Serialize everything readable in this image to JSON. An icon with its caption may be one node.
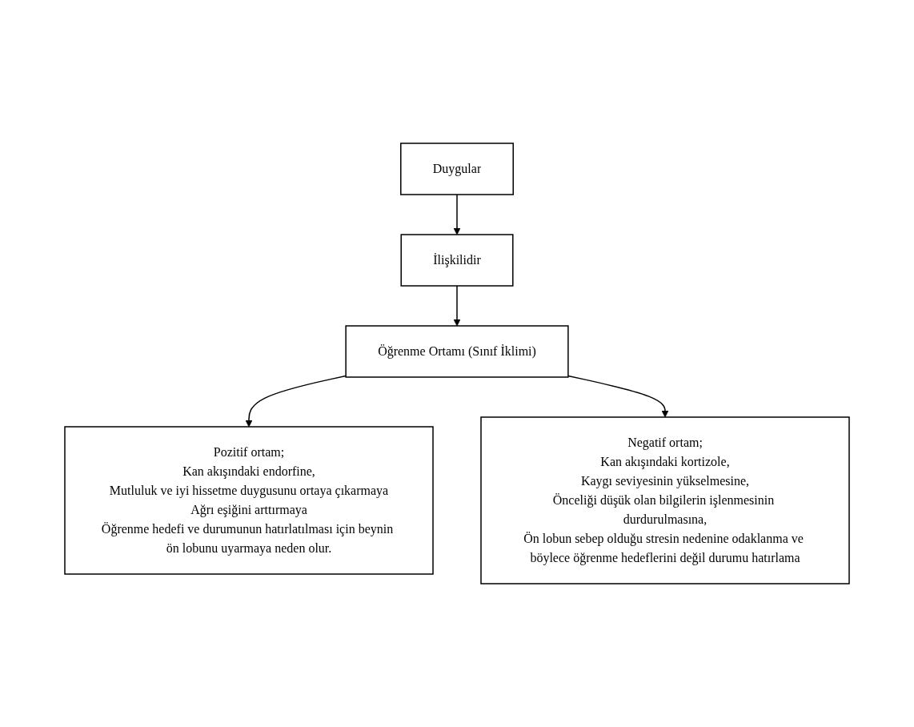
{
  "diagram": {
    "nodes": [
      {
        "text": [
          "Duygular"
        ]
      },
      {
        "text": [
          "İlişkilidir"
        ]
      },
      {
        "text": [
          "Öğrenme Ortamı (Sınıf İklimi)"
        ]
      },
      {
        "text": [
          "Pozitif ortam;",
          "Kan akışındaki endorfine,",
          "Mutluluk ve iyi hissetme duygusunu ortaya çıkarmaya",
          "Ağrı eşiğini arttırmaya",
          "Öğrenme hedefi ve durumunun hatırlatılması için beynin ön lobunu uyarmaya neden olur."
        ]
      },
      {
        "text": [
          "Negatif ortam;",
          "Kan akışındaki kortizole,",
          "Kaygı seviyesinin yükselmesine,",
          "Önceliği düşük olan bilgilerin işlenmesinin durdurulmasına,",
          "Ön lobun sebep olduğu stresin nedenine odaklanma ve böylece öğrenme hedeflerini değil durumu hatırlama"
        ]
      }
    ],
    "edges": [
      {
        "from": 0,
        "to": 1,
        "arrow": "to"
      },
      {
        "from": 1,
        "to": 2,
        "arrow": "to"
      },
      {
        "from": 2,
        "to": 3,
        "arrow": "to"
      },
      {
        "from": 2,
        "to": 4,
        "arrow": "to"
      }
    ]
  }
}
